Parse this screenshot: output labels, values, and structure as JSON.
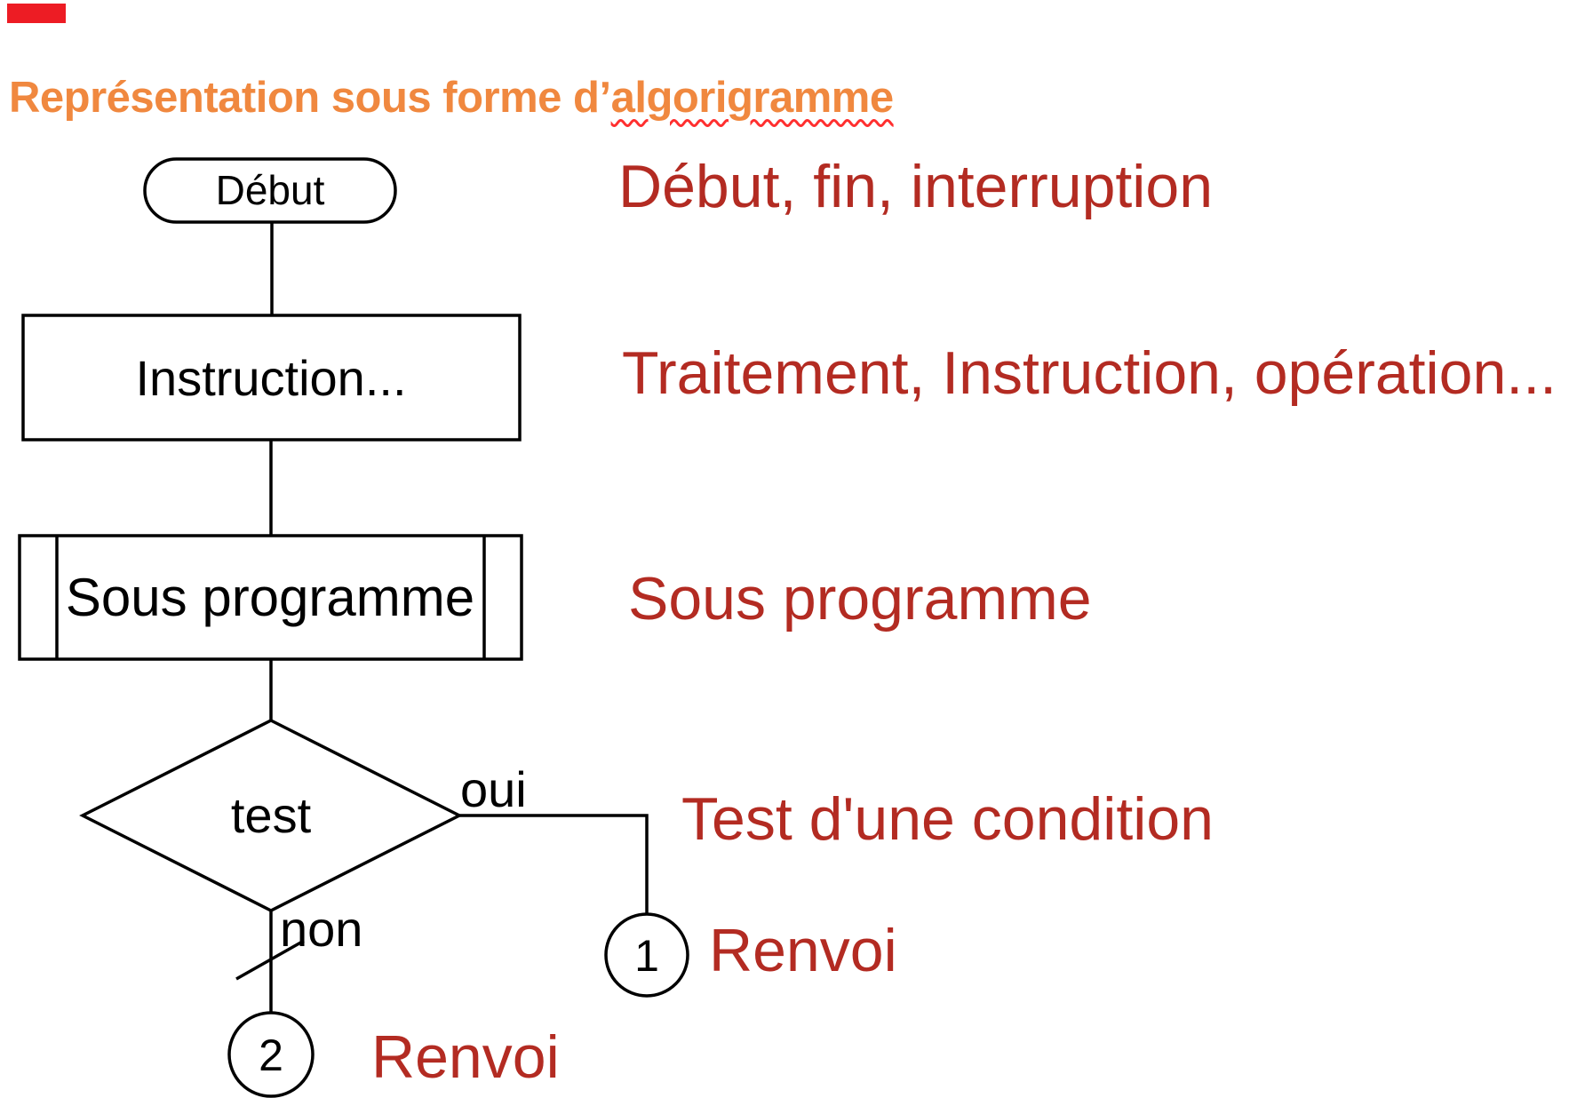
{
  "page": {
    "background_color": "#ffffff"
  },
  "corner_bar": {
    "color": "#ed1c24"
  },
  "title": {
    "prefix": "Représentation sous forme d’",
    "underlined_word": "algorigramme",
    "color": "#f0883f",
    "underline_color": "#ff2f2f"
  },
  "flowchart": {
    "line_color": "#000000",
    "start_label": "Début",
    "process_label": "Instruction...",
    "subroutine_label": "Sous programme",
    "decision_label": "test",
    "yes_label": "oui",
    "no_label": "non",
    "connector1_label": "1",
    "connector2_label": "2"
  },
  "annotations": {
    "color": "#b32b22",
    "items": [
      "Début, fin, interruption",
      "Traitement, Instruction, opération...",
      "Sous programme",
      "Test d'une condition",
      "Renvoi",
      "Renvoi"
    ]
  }
}
